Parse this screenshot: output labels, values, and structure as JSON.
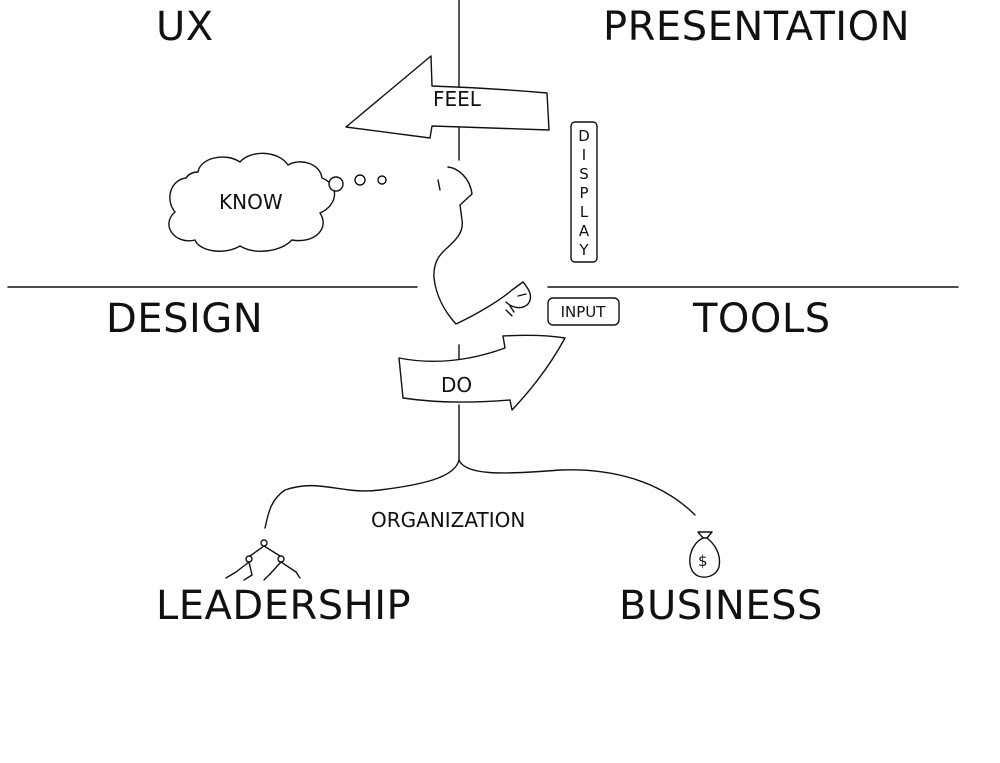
{
  "quadrants": {
    "top_left": "UX",
    "top_right": "PRESENTATION",
    "mid_left": "DESIGN",
    "mid_right": "TOOLS"
  },
  "labels": {
    "feel": "FEEL",
    "know": "KNOW",
    "display": [
      "D",
      "I",
      "S",
      "P",
      "L",
      "A",
      "Y"
    ],
    "input": "INPUT",
    "do": "DO",
    "organization": "ORGANIZATION"
  },
  "bottom": {
    "left": "LEADERSHIP",
    "right": "BUSINESS"
  },
  "icons": {
    "money_bag_symbol": "$"
  }
}
